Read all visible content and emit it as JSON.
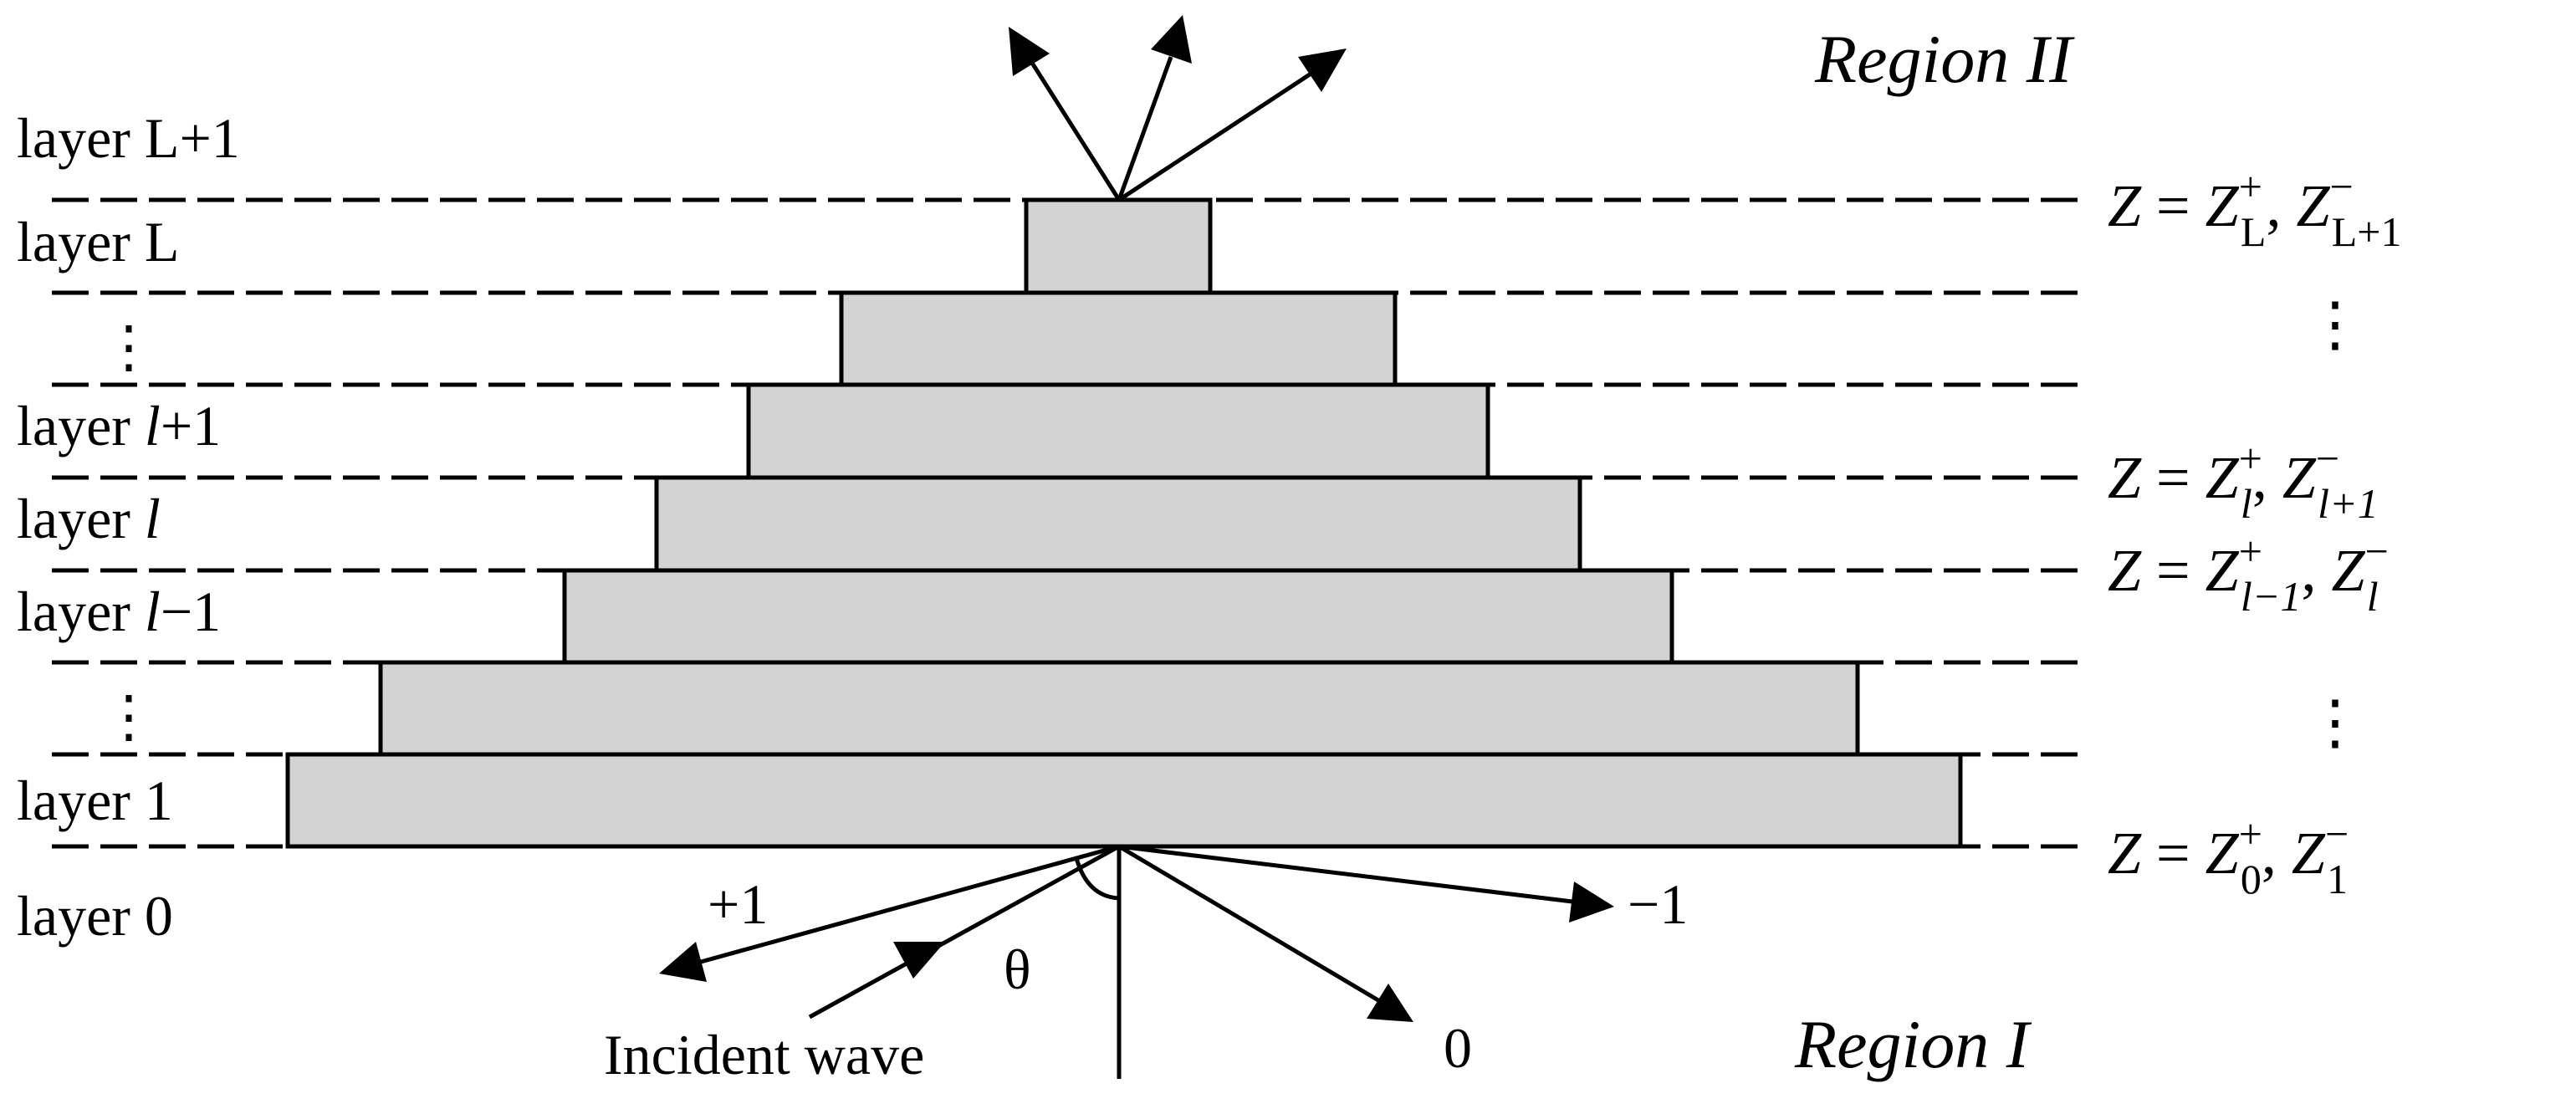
{
  "regions": {
    "top": "Region II",
    "bottom": "Region I"
  },
  "layers": {
    "L_plus_1": "layer L+1",
    "L": "layer L",
    "l_plus_1": {
      "prefix": "layer ",
      "var": "l",
      "suffix": "+1"
    },
    "l": {
      "prefix": "layer ",
      "var": "l",
      "suffix": ""
    },
    "l_minus_1": {
      "prefix": "layer ",
      "var": "l",
      "suffix": "−1"
    },
    "one": "layer 1",
    "zero": "layer 0"
  },
  "ellipsis": "⋮",
  "interfaces": [
    {
      "Z": "Z",
      "eq": " = ",
      "Zp": "Z",
      "sup_p": "+",
      "sub_p": "L",
      "comma": ", ",
      "Zm": "Z",
      "sup_m": "−",
      "sub_m": "L+1"
    },
    {
      "Z": "Z",
      "eq": " = ",
      "Zp": "Z",
      "sup_p": "+",
      "sub_p": "l",
      "comma": ", ",
      "Zm": "Z",
      "sup_m": "−",
      "sub_m": "l+1"
    },
    {
      "Z": "Z",
      "eq": " = ",
      "Zp": "Z",
      "sup_p": "+",
      "sub_p": "l−1",
      "comma": ", ",
      "Zm": "Z",
      "sup_m": "−",
      "sub_m": "l"
    },
    {
      "Z": "Z",
      "eq": " = ",
      "Zp": "Z",
      "sup_p": "+",
      "sub_p": "0",
      "comma": ", ",
      "Zm": "Z",
      "sup_m": "−",
      "sub_m": "1"
    }
  ],
  "orders": {
    "plus_one": "+1",
    "minus_one": "−1",
    "zero": "0"
  },
  "angle": "θ",
  "incident": "Incident wave",
  "colors": {
    "fill": "#d3d3d3",
    "stroke": "#000000"
  }
}
